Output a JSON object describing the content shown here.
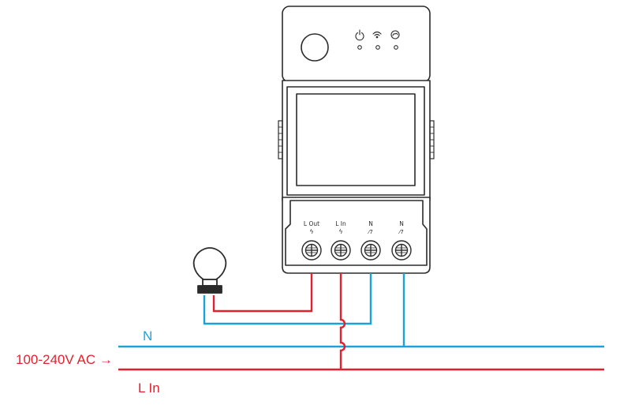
{
  "terminals": [
    {
      "label": "L Out",
      "symbol": "ϟ"
    },
    {
      "label": "L In",
      "symbol": "ϟ"
    },
    {
      "label": "N",
      "symbol": "⁄7"
    },
    {
      "label": "N",
      "symbol": "⁄7"
    }
  ],
  "lines": {
    "neutral_label": "N",
    "supply_label": "100-240V AC →",
    "live_label": "L In"
  },
  "colors": {
    "neutral_wire": "#1aa3d9",
    "live_wire": "#e5202e",
    "outline": "#2b2b2b",
    "device_fill": "#ffffff"
  },
  "icons": [
    "power-icon",
    "wifi-icon",
    "cloud-icon",
    "light-bulb-icon",
    "screw-terminal-icon"
  ]
}
